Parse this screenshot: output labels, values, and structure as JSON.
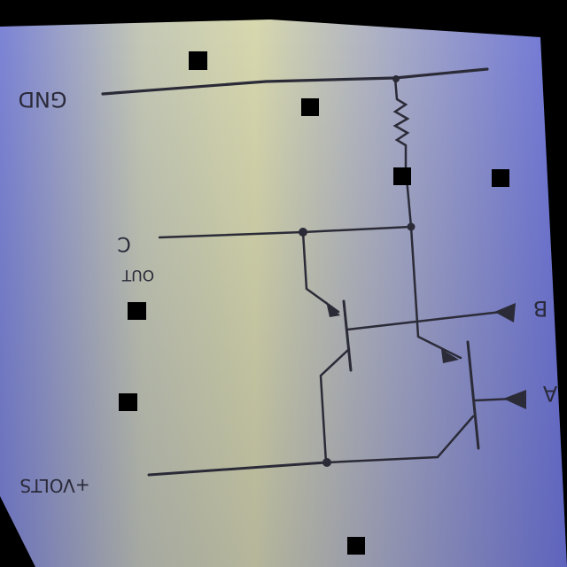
{
  "labels": {
    "gnd": "GND",
    "c": "C",
    "out": "OUT",
    "b": "B",
    "a": "A",
    "volts": "+VOLTS"
  },
  "colors": {
    "paper_light": "#d9dab0",
    "paper_blue": "#7e86d8",
    "ink": "#2b2b38",
    "marker": "#000000"
  }
}
